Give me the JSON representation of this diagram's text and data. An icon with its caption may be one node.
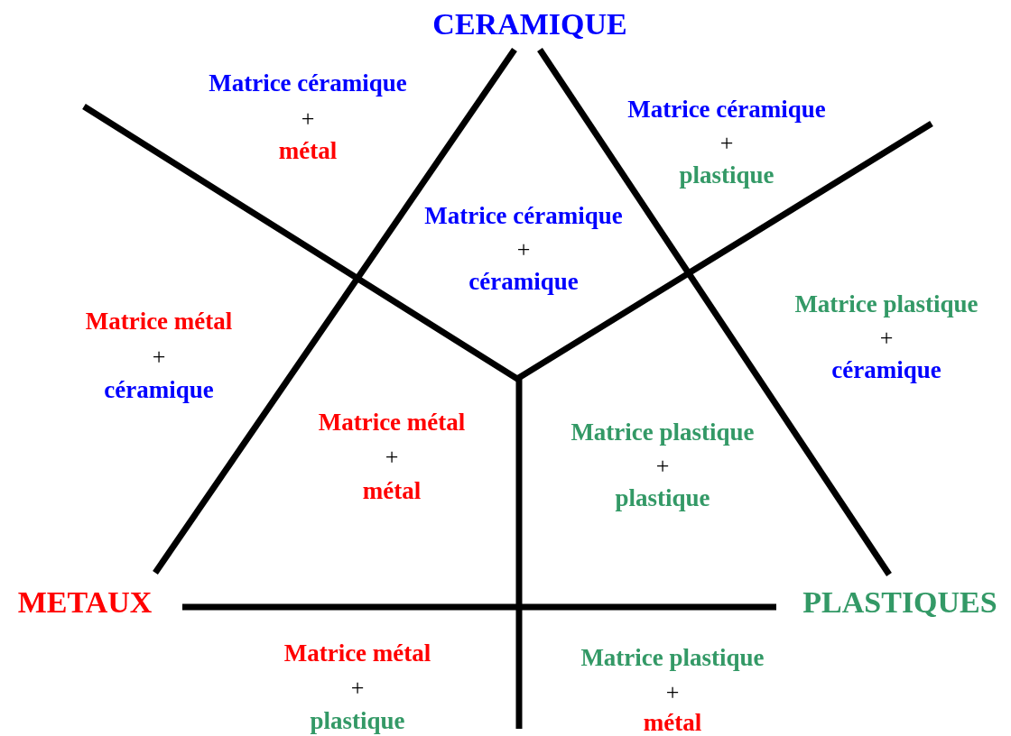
{
  "diagram": {
    "labels": [
      "CERAMIQUE",
      "Matrice céramique",
      "+",
      "métal",
      "Matrice céramique",
      "+",
      "plastique",
      "Matrice céramique",
      "+",
      "céramique",
      "Matrice métal",
      "+",
      "céramique",
      "Matrice plastique",
      "+",
      "céramique",
      "Matrice métal",
      "+",
      "métal",
      "Matrice plastique",
      "+",
      "plastique",
      "METAUX",
      "PLASTIQUES",
      "Matrice métal",
      "+",
      "plastique",
      "Matrice plastique",
      "+",
      "métal"
    ]
  }
}
